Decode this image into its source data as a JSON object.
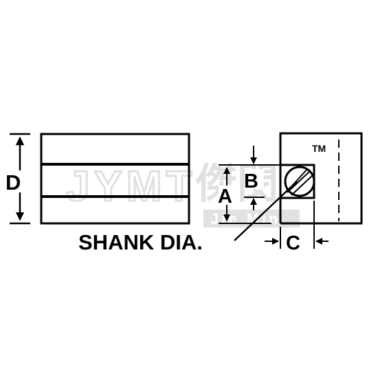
{
  "labels": {
    "d": "D",
    "a": "A",
    "b": "B",
    "c": "C",
    "shank": "SHANK DIA."
  },
  "trademark": "TM",
  "watermark": {
    "main": "JYMT",
    "cjk": "傑閔",
    "sub": "Jie Min"
  },
  "colors": {
    "line": "#000000",
    "background": "#ffffff",
    "watermark": "#d9d9d9"
  }
}
